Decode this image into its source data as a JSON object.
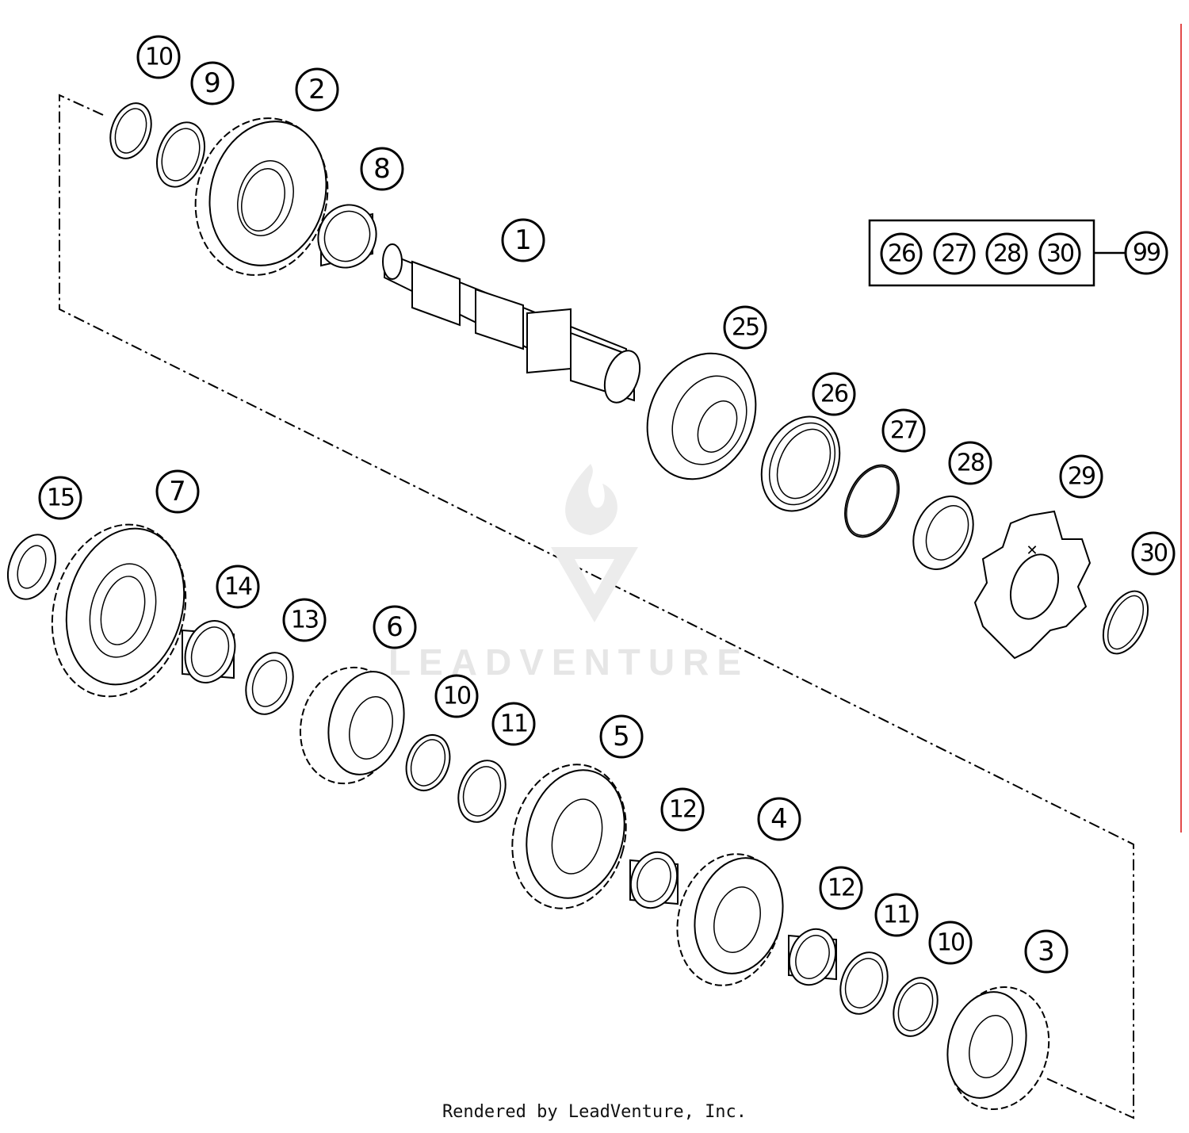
{
  "diagram": {
    "callouts": [
      "10",
      "9",
      "2",
      "8",
      "1",
      "25",
      "26",
      "27",
      "28",
      "29",
      "30",
      "15",
      "7",
      "14",
      "13",
      "6",
      "10",
      "11",
      "5",
      "12",
      "4",
      "12",
      "11",
      "10",
      "3"
    ],
    "kit_box": {
      "items": [
        "26",
        "27",
        "28",
        "30"
      ],
      "kit_number": "99"
    }
  },
  "watermark": "LEADVENTURE",
  "credit": "Rendered by LeadVenture, Inc.",
  "colors": {
    "line": "#000000",
    "background": "#ffffff",
    "edge_mark": "#e24a4a",
    "watermark": "#e6e6e6"
  }
}
